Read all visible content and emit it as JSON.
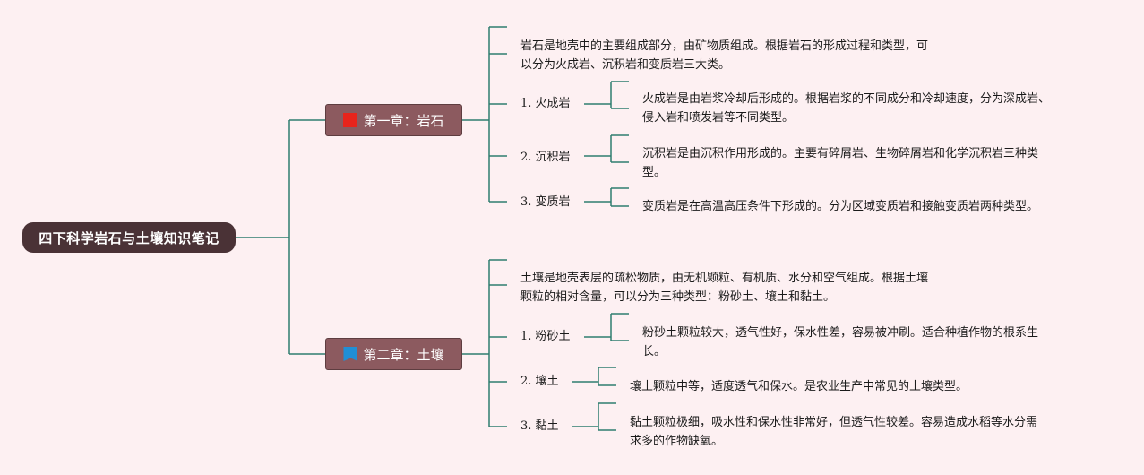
{
  "root": {
    "title": "四下科学岩石与土壤知识笔记"
  },
  "chapters": [
    {
      "title": "第一章：岩石",
      "flag_color": "#e8241c",
      "flag_icon": "red-flag-icon",
      "intro": "岩石是地壳中的主要组成部分，由矿物质组成。根据岩石的形成过程和类型，可\n以分为火成岩、沉积岩和变质岩三大类。",
      "items": [
        {
          "label": "1. 火成岩",
          "desc": "火成岩是由岩浆冷却后形成的。根据岩浆的不同成分和冷却速度，分为深成岩、\n侵入岩和喷发岩等不同类型。"
        },
        {
          "label": "2. 沉积岩",
          "desc": "沉积岩是由沉积作用形成的。主要有碎屑岩、生物碎屑岩和化学沉积岩三种类\n型。"
        },
        {
          "label": "3. 变质岩",
          "desc": "变质岩是在高温高压条件下形成的。分为区域变质岩和接触变质岩两种类型。"
        }
      ]
    },
    {
      "title": "第二章：土壤",
      "flag_color": "#1f8fd6",
      "flag_icon": "blue-flag-icon",
      "intro": "土壤是地壳表层的疏松物质，由无机颗粒、有机质、水分和空气组成。根据土壤\n颗粒的相对含量，可以分为三种类型：粉砂土、壤土和黏土。",
      "items": [
        {
          "label": "1. 粉砂土",
          "desc": "粉砂土颗粒较大，透气性好，保水性差，容易被冲刷。适合种植作物的根系生\n长。"
        },
        {
          "label": "2. 壤土",
          "desc": "壤土颗粒中等，适度透气和保水。是农业生产中常见的土壤类型。"
        },
        {
          "label": "3. 黏土",
          "desc": "黏土颗粒极细，吸水性和保水性非常好，但透气性较差。容易造成水稻等水分需\n求多的作物缺氧。"
        }
      ]
    }
  ]
}
